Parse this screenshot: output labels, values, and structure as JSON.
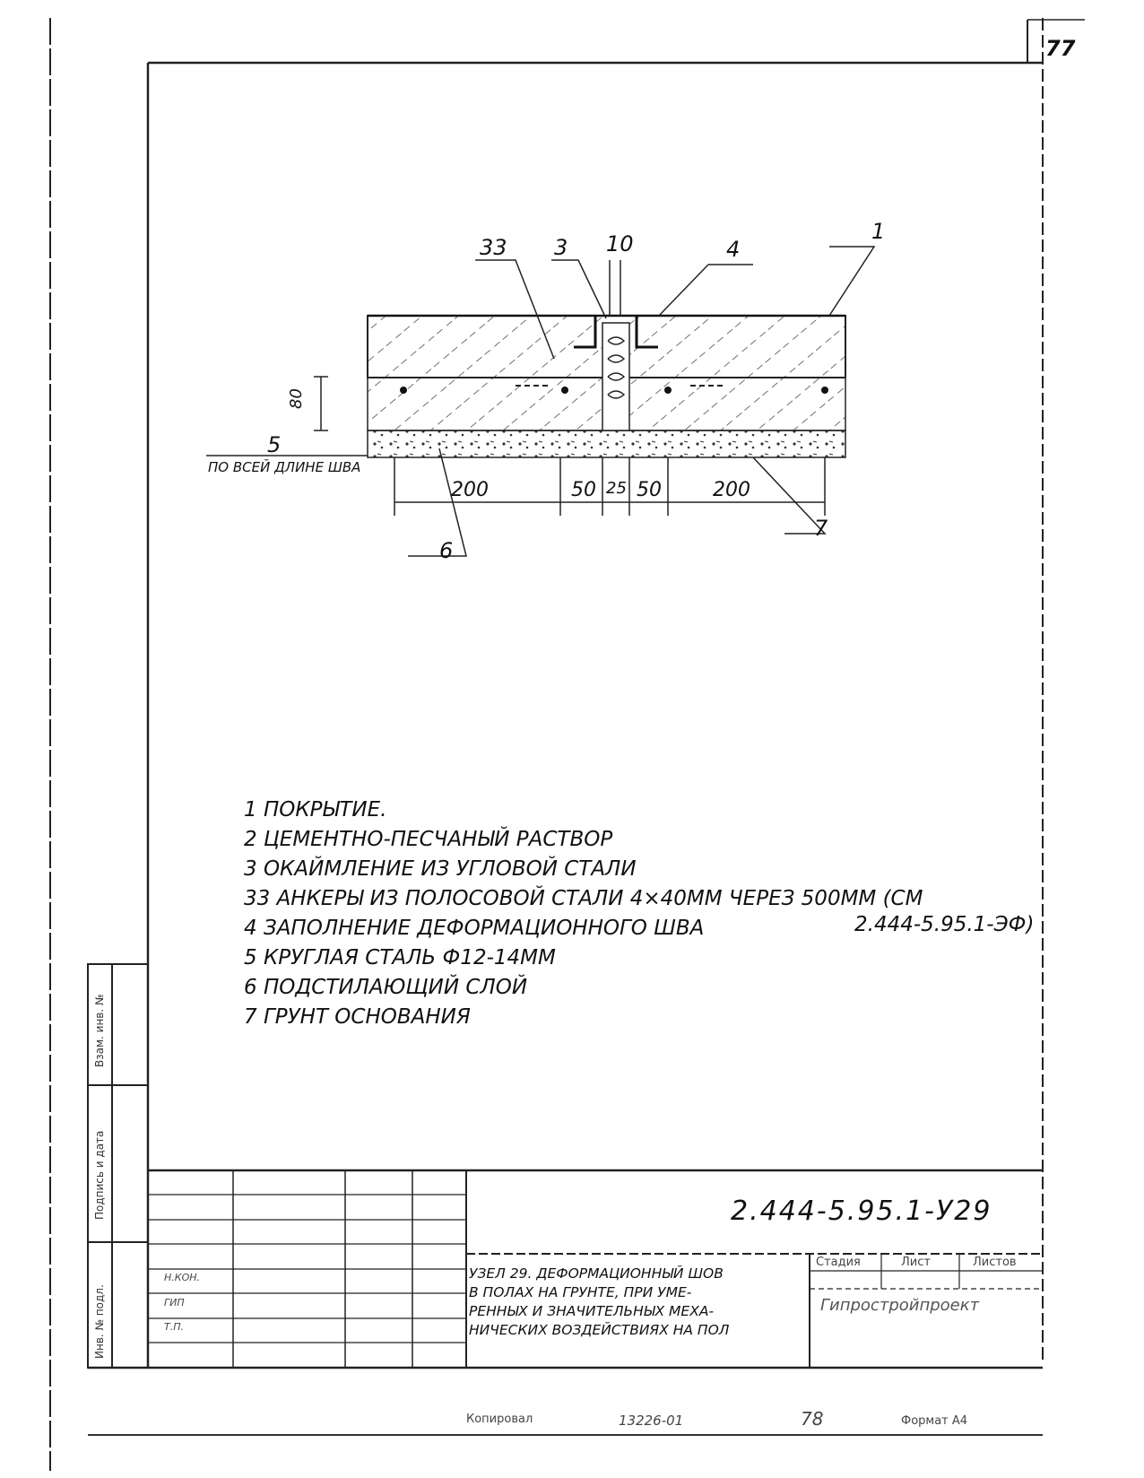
{
  "page_number": "77",
  "drawing": {
    "callouts": [
      "33",
      "3",
      "10",
      "4",
      "1",
      "5",
      "6",
      "7"
    ],
    "side_note": "ПО ВСЕЙ ДЛИНЕ ШВА",
    "height_dim": "80",
    "dimensions": [
      "200",
      "50",
      "25",
      "50",
      "200"
    ]
  },
  "legend": {
    "items": [
      "1 ПОКРЫТИЕ.",
      "2 ЦЕМЕНТНО-ПЕСЧАНЫЙ РАСТВОР",
      "3 ОКАЙМЛЕНИЕ ИЗ УГЛОВОЙ СТАЛИ",
      "33 АНКЕРЫ ИЗ ПОЛОСОВОЙ СТАЛИ 4×40ММ ЧЕРЕЗ 500ММ (СМ",
      "4 ЗАПОЛНЕНИЕ ДЕФОРМАЦИОННОГО ШВА",
      "5 КРУГЛАЯ СТАЛЬ Ф12-14ММ",
      "6 ПОДСТИЛАЮЩИЙ СЛОЙ",
      "7 ГРУНТ ОСНОВАНИЯ"
    ],
    "reference": "2.444-5.95.1-ЭФ)"
  },
  "title_block": {
    "code": "2.444-5.95.1-У29",
    "description": [
      "УЗЕЛ 29. ДЕФОРМАЦИОННЫЙ ШОВ",
      "В ПОЛАХ НА ГРУНТЕ, ПРИ УМЕ-",
      "РЕННЫХ И ЗНАЧИТЕЛЬНЫХ МЕХА-",
      "НИЧЕСКИХ ВОЗДЕЙСТВИЯХ НА ПОЛ"
    ],
    "headers": [
      "Стадия",
      "Лист",
      "Листов"
    ],
    "organization": "Гипростройпроект",
    "rows": [
      [
        "Н.КОН.",
        "",
        ""
      ],
      [
        "ГИП",
        "",
        ""
      ],
      [
        "Т.П.",
        "",
        ""
      ]
    ]
  },
  "side_labels": [
    "Взам. инв. №",
    "Подпись и дата",
    "Инв. № подл."
  ],
  "footer": {
    "copied": "Копировал",
    "order": "13226-01",
    "num": "78",
    "format": "Формат А4"
  }
}
